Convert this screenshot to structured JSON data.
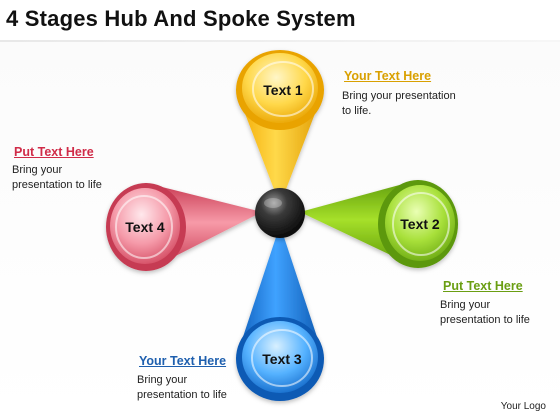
{
  "page": {
    "title": "4 Stages Hub And Spoke System",
    "logo": "Your Logo"
  },
  "spokes": [
    {
      "label": "Text 1",
      "color": "#f2b400",
      "position": "top"
    },
    {
      "label": "Text 2",
      "color": "#7cc21a",
      "position": "right"
    },
    {
      "label": "Text 3",
      "color": "#1f74d6",
      "position": "bottom"
    },
    {
      "label": "Text 4",
      "color": "#e2546a",
      "position": "left"
    }
  ],
  "hub": {
    "color": "#1a1a1a"
  },
  "callouts": {
    "top_right": {
      "title": "Your Text Here",
      "body": "Bring your presentation to life.",
      "color": "#d9a000"
    },
    "right": {
      "title": "Put Text Here",
      "body": "Bring your presentation to life",
      "color": "#6a9e12"
    },
    "bottom_left": {
      "title": "Your Text Here",
      "body": "Bring your presentation to life",
      "color": "#1e5fae"
    },
    "left": {
      "title": "Put Text Here",
      "body": "Bring your presentation to life",
      "color": "#d02b48"
    }
  }
}
